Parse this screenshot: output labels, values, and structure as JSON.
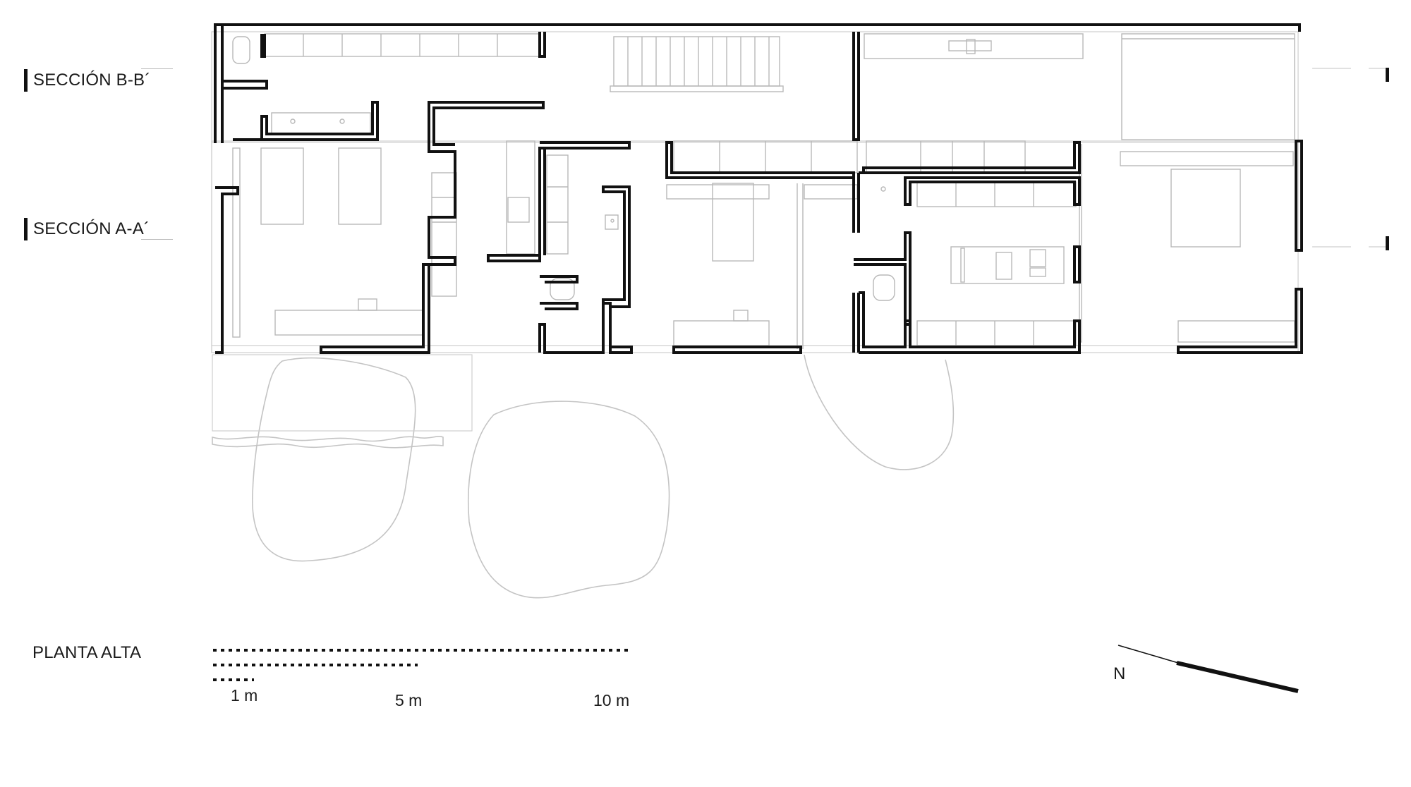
{
  "labels": {
    "section_b": "SECCIÓN B-B´",
    "section_a": "SECCIÓN A-A´",
    "plan_title": "PLANTA ALTA",
    "north": "N"
  },
  "scale_bar": {
    "marks": [
      "1 m",
      "5 m",
      "10 m"
    ]
  },
  "colors": {
    "wall": "#111111",
    "fixture": "#b8b8b8",
    "tree": "#bdbdbd"
  }
}
